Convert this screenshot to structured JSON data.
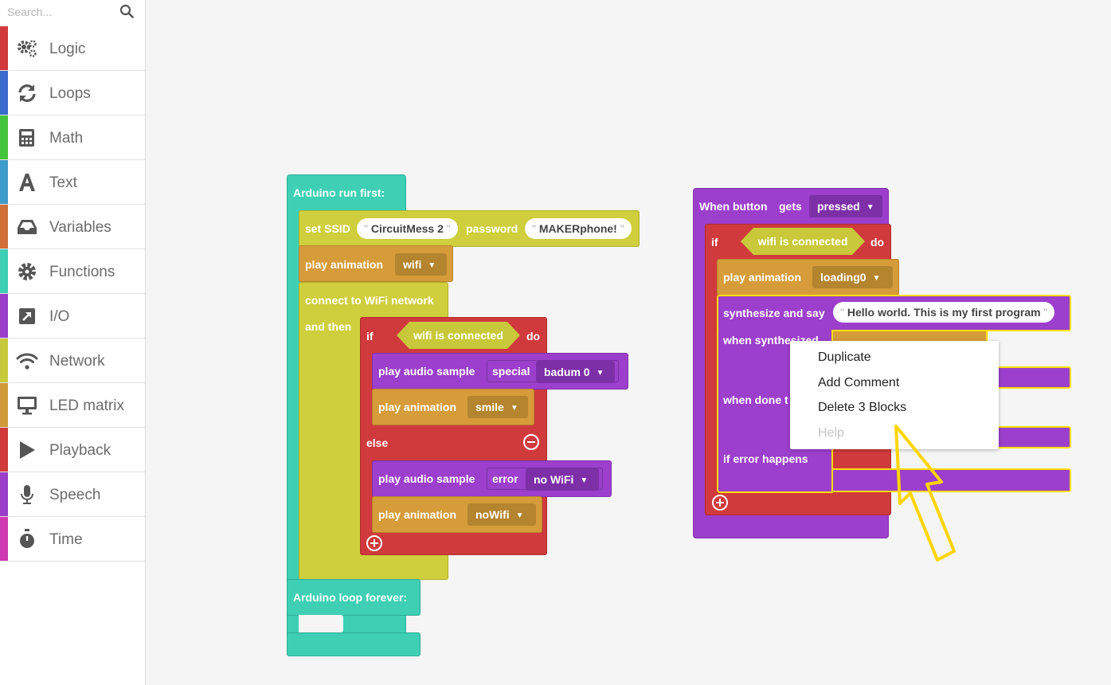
{
  "search": {
    "placeholder": "Search..."
  },
  "categories": [
    {
      "label": "Logic",
      "icon": "gears-icon",
      "color": "#d03a3a"
    },
    {
      "label": "Loops",
      "icon": "refresh-icon",
      "color": "#3b6bcc"
    },
    {
      "label": "Math",
      "icon": "calculator-icon",
      "color": "#44c43a"
    },
    {
      "label": "Text",
      "icon": "text-a-icon",
      "color": "#3f9bc9"
    },
    {
      "label": "Variables",
      "icon": "inbox-icon",
      "color": "#d06f3a"
    },
    {
      "label": "Functions",
      "icon": "gear-icon",
      "color": "#3dcfb4"
    },
    {
      "label": "I/O",
      "icon": "external-link-icon",
      "color": "#9a3ec9"
    },
    {
      "label": "Network",
      "icon": "wifi-icon",
      "color": "#c8c93a"
    },
    {
      "label": "LED matrix",
      "icon": "monitor-icon",
      "color": "#d09a3a"
    },
    {
      "label": "Playback",
      "icon": "play-icon",
      "color": "#d03a3a"
    },
    {
      "label": "Speech",
      "icon": "microphone-icon",
      "color": "#9a3ec9"
    },
    {
      "label": "Time",
      "icon": "stopwatch-icon",
      "color": "#d03ab0"
    }
  ],
  "colors": {
    "teal": "#3ecfb5",
    "yellow": "#cfce3c",
    "orange": "#d69c3a",
    "red": "#d03a3c",
    "purple": "#9b3fcc",
    "highlight": "#ffde00"
  },
  "stack1": {
    "run_first_label": "Arduino run first:",
    "set_ssid_label": "set SSID",
    "ssid_value": "CircuitMess 2",
    "password_label": "password",
    "password_value": "MAKERphone!",
    "play_animation_label": "play animation",
    "anim_wifi": "wifi",
    "connect_label": "connect to WiFi network",
    "and_then_label": "and then",
    "if_label": "if",
    "do_label": "do",
    "condition_label": "wifi is connected",
    "play_audio_label": "play audio sample",
    "audio1_category": "special",
    "audio1_sample": "badum 0",
    "anim_smile": "smile",
    "else_label": "else",
    "audio2_category": "error",
    "audio2_sample": "no WiFi",
    "anim_nowifi": "noWifi",
    "loop_forever_label": "Arduino loop forever:"
  },
  "stack2": {
    "when_button_label": "When button",
    "gets_label": "gets",
    "event_value": "pressed",
    "if_label": "if",
    "do_label": "do",
    "condition_label": "wifi is connected",
    "play_animation_label": "play animation",
    "anim_value": "loading0",
    "synth_label": "synthesize and say",
    "synth_text": "Hello world. This is my first program",
    "when_synth_label": "when synthesized",
    "when_done_label": "when done t",
    "if_error_label": "if error happens"
  },
  "context_menu": {
    "items": [
      {
        "label": "Duplicate",
        "enabled": true
      },
      {
        "label": "Add Comment",
        "enabled": true
      },
      {
        "label": "Delete 3 Blocks",
        "enabled": true
      },
      {
        "label": "Help",
        "enabled": false
      }
    ]
  }
}
